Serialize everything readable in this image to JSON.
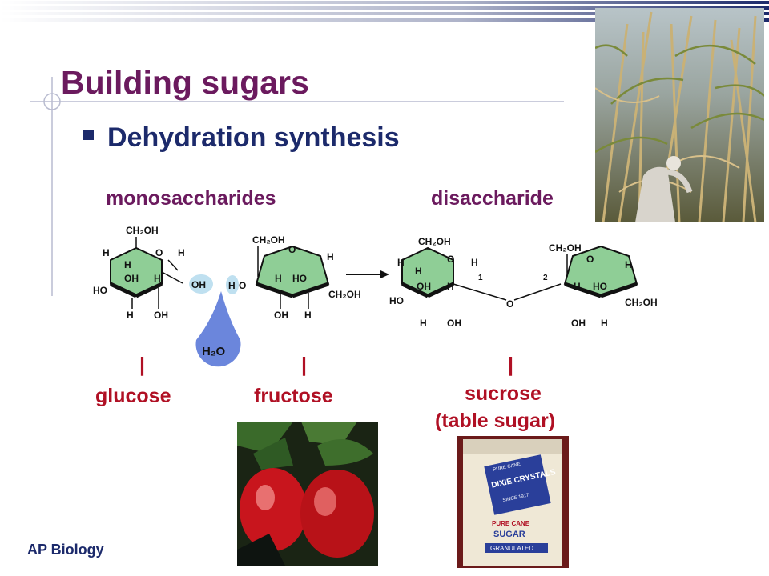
{
  "slide": {
    "title": "Building sugars",
    "bullet": "Dehydration synthesis",
    "footer": "AP Biology"
  },
  "labels": {
    "monosaccharides": "monosaccharides",
    "disaccharide": "disaccharide",
    "glucose": "glucose",
    "fructose": "fructose",
    "sucrose": "sucrose",
    "table_sugar": "(table sugar)",
    "pipe": "|"
  },
  "diagram": {
    "water": "H₂O",
    "oh": "OH",
    "h": "H",
    "o": "O",
    "ch2oh": "CH₂OH",
    "ho": "HO",
    "bond1": "1",
    "bond2": "2"
  },
  "sugar_bag": {
    "brand": "DIXIE CRYSTALS",
    "top": "PURE CANE",
    "since": "SINCE 1917",
    "line1": "PURE CANE",
    "line2": "SUGAR",
    "line3": "GRANULATED"
  },
  "colors": {
    "title": "#6b1a5e",
    "bullet": "#1c2a6b",
    "red": "#b01024",
    "ring": "#8fce96",
    "drop": "#6b86dc"
  }
}
